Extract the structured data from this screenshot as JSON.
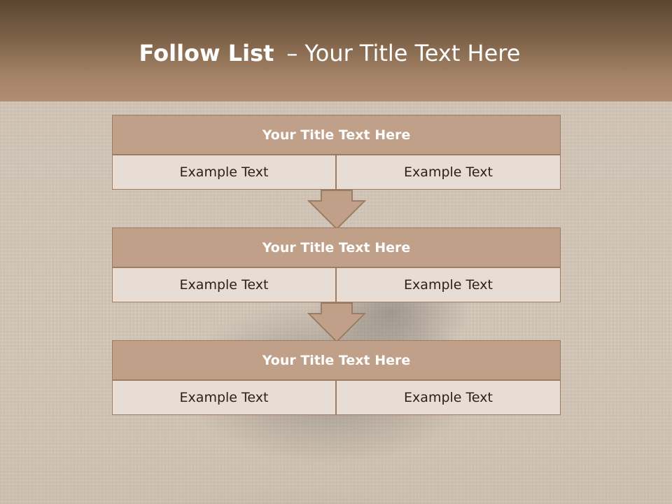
{
  "header": {
    "title_bold": "Follow List",
    "separator": "–",
    "title_rest": "Your Title Text Here"
  },
  "blocks": [
    {
      "title": "Your Title Text Here",
      "left": "Example Text",
      "right": "Example Text"
    },
    {
      "title": "Your Title Text Here",
      "left": "Example Text",
      "right": "Example Text"
    },
    {
      "title": "Your Title Text Here",
      "left": "Example Text",
      "right": "Example Text"
    }
  ],
  "colors": {
    "header_dark": "#5a4632",
    "header_light": "#b08e71",
    "title_bar": "#c0a088",
    "cell_fill": "#e8ddd5",
    "border": "#9c7c62",
    "arrow_fill": "#c0a088"
  },
  "icons": [
    "down-arrow-icon",
    "down-arrow-icon"
  ]
}
